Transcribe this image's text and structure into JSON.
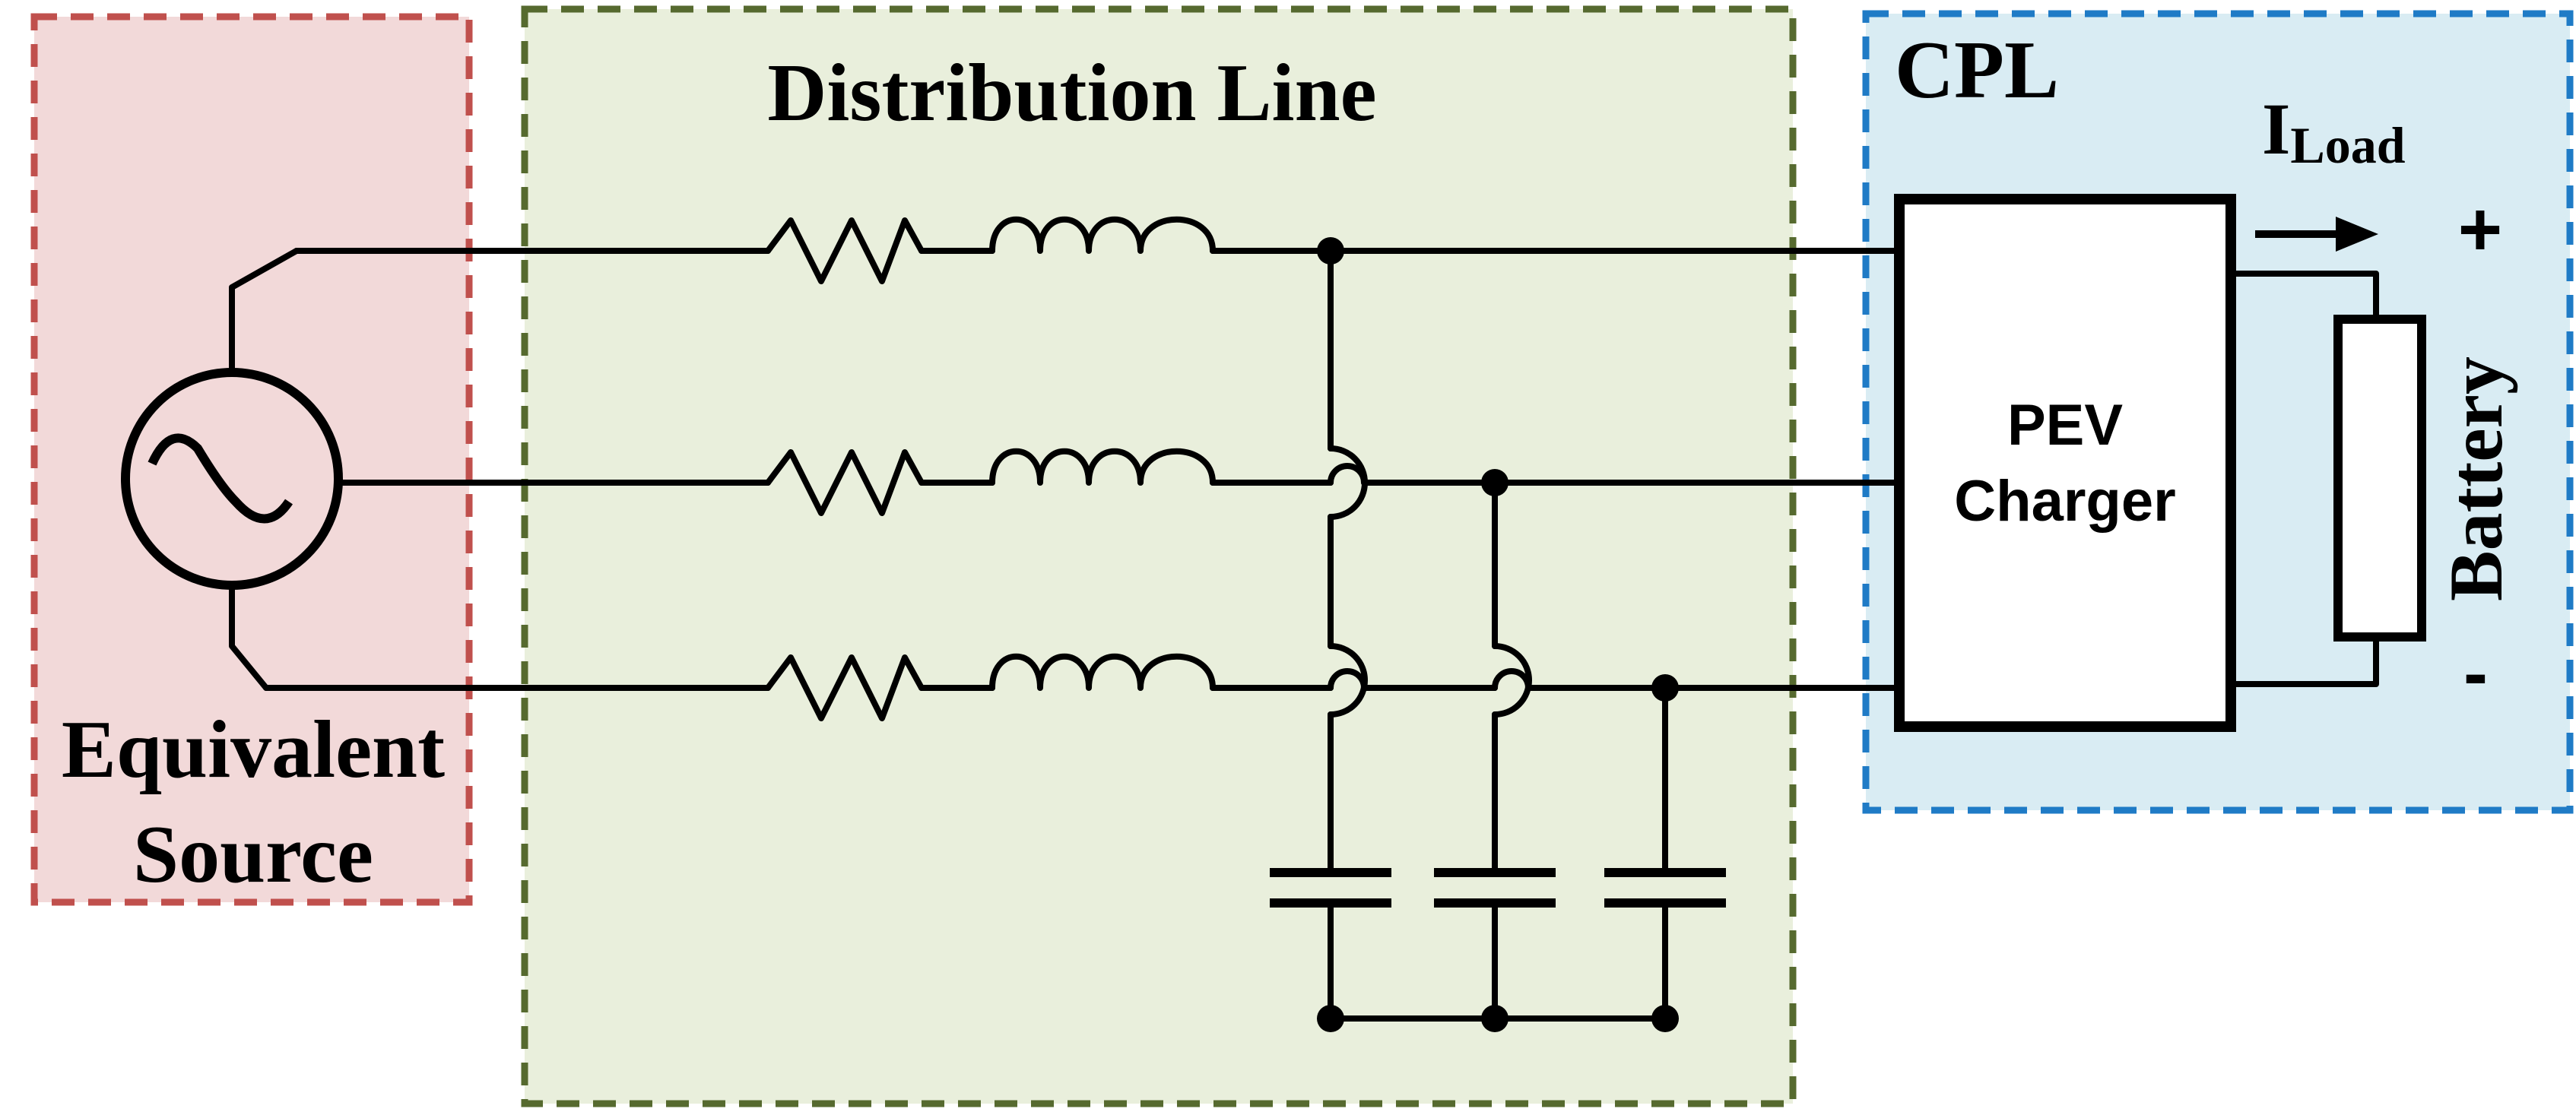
{
  "regions": {
    "source": {
      "label_line1": "Equivalent",
      "label_line2": "Source",
      "fill": "#f2d9d9",
      "border": "#c0504d"
    },
    "line": {
      "label": "Distribution Line",
      "fill": "#e9efdc",
      "border": "#566a2f"
    },
    "load": {
      "label": "CPL",
      "fill": "#d9ecf3",
      "border": "#1f7bc6"
    }
  },
  "load": {
    "charger_line1": "PEV",
    "charger_line2": "Charger",
    "battery_label": "Battery",
    "current_main": "I",
    "current_sub": "Load",
    "plus": "+",
    "minus": "-"
  },
  "icons": {
    "source": "ac-voltage-source-icon",
    "resistor": "resistor-icon",
    "inductor": "inductor-icon",
    "capacitor": "capacitor-icon",
    "arrow": "current-arrow-icon"
  }
}
